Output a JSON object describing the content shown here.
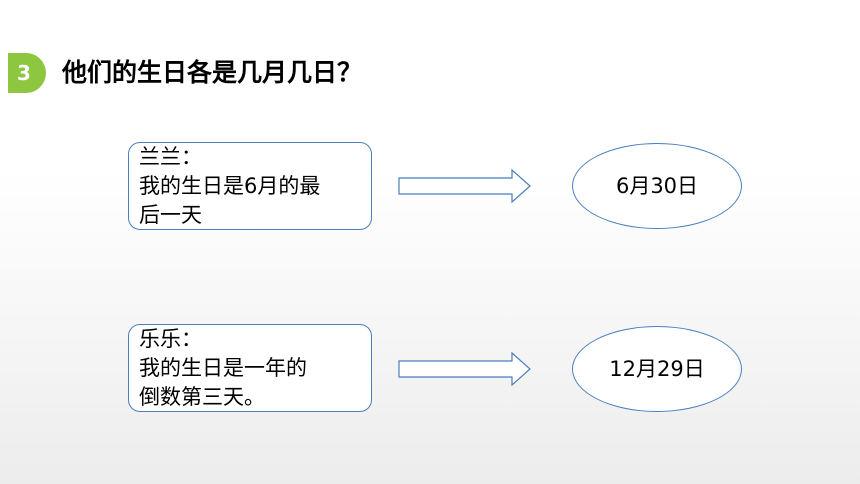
{
  "header": {
    "badge_number": "3",
    "question": "他们的生日各是几月几日？"
  },
  "items": [
    {
      "speaker": "兰兰：",
      "text_line_1": "我的生日是6月的最",
      "text_line_2": "后一天",
      "answer": "6月30日"
    },
    {
      "speaker": "乐乐：",
      "text_line_1": "我的生日是一年的",
      "text_line_2": "倒数第三天。",
      "answer": "12月29日"
    }
  ],
  "colors": {
    "badge": "#8dc63f",
    "outline": "#4a7ebb"
  }
}
